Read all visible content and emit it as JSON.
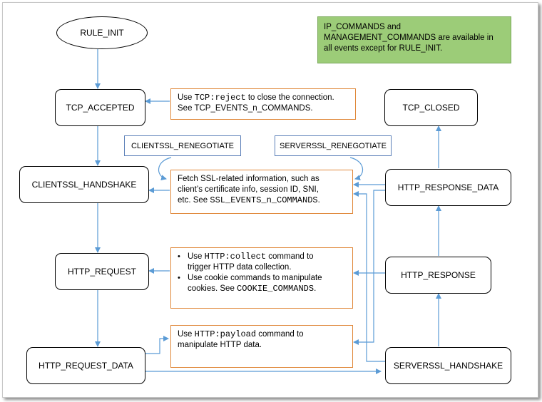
{
  "states": {
    "rule_init": "RULE_INIT",
    "tcp_accepted": "TCP_ACCEPTED",
    "clientssl_handshake": "CLIENTSSL_HANDSHAKE",
    "http_request": "HTTP_REQUEST",
    "http_request_data": "HTTP_REQUEST_DATA",
    "tcp_closed": "TCP_CLOSED",
    "http_response_data": "HTTP_RESPONSE_DATA",
    "http_response": "HTTP_RESPONSE",
    "serverssl_handshake": "SERVERSSL_HANDSHAKE"
  },
  "renegotiate": {
    "client": "CLIENTSSL_RENEGOTIATE",
    "server": "SERVERSSL_RENEGOTIATE"
  },
  "green_note": {
    "line1": "IP_COMMANDS and",
    "line2": "MANAGEMENT_COMMANDS are available in",
    "line3": "all events except for RULE_INIT."
  },
  "notes": {
    "tcp": {
      "pre": "Use ",
      "cmd": "TCP:reject",
      "post": " to close the connection.",
      "line2": "See TCP_EVENTS_n_COMMANDS."
    },
    "ssl": {
      "line1": "Fetch SSL-related information, such as",
      "line2": "client’s certificate info, session ID, SNI,",
      "line3_pre": "etc. See ",
      "line3_cmd": "SSL_EVENTS_n_COMMANDS",
      "line3_post": "."
    },
    "http": {
      "bullet": "•",
      "b1_pre": "Use ",
      "b1_cmd": "HTTP:collect",
      "b1_post": " command to",
      "b1_line2": "trigger HTTP data collection.",
      "b2_line1": "Use cookie commands to manipulate",
      "b2_pre": "cookies. See ",
      "b2_cmd": "COOKIE_COMMANDS",
      "b2_post": "."
    },
    "payload": {
      "pre": "Use ",
      "cmd": "HTTP:payload",
      "post": " command to",
      "line2": "manipulate HTTP data."
    }
  },
  "colors": {
    "arrow": "#5b9bd5",
    "note_border": "#e0883a",
    "green_fill": "#9ccc78",
    "tag_border": "#5b7fb8"
  }
}
